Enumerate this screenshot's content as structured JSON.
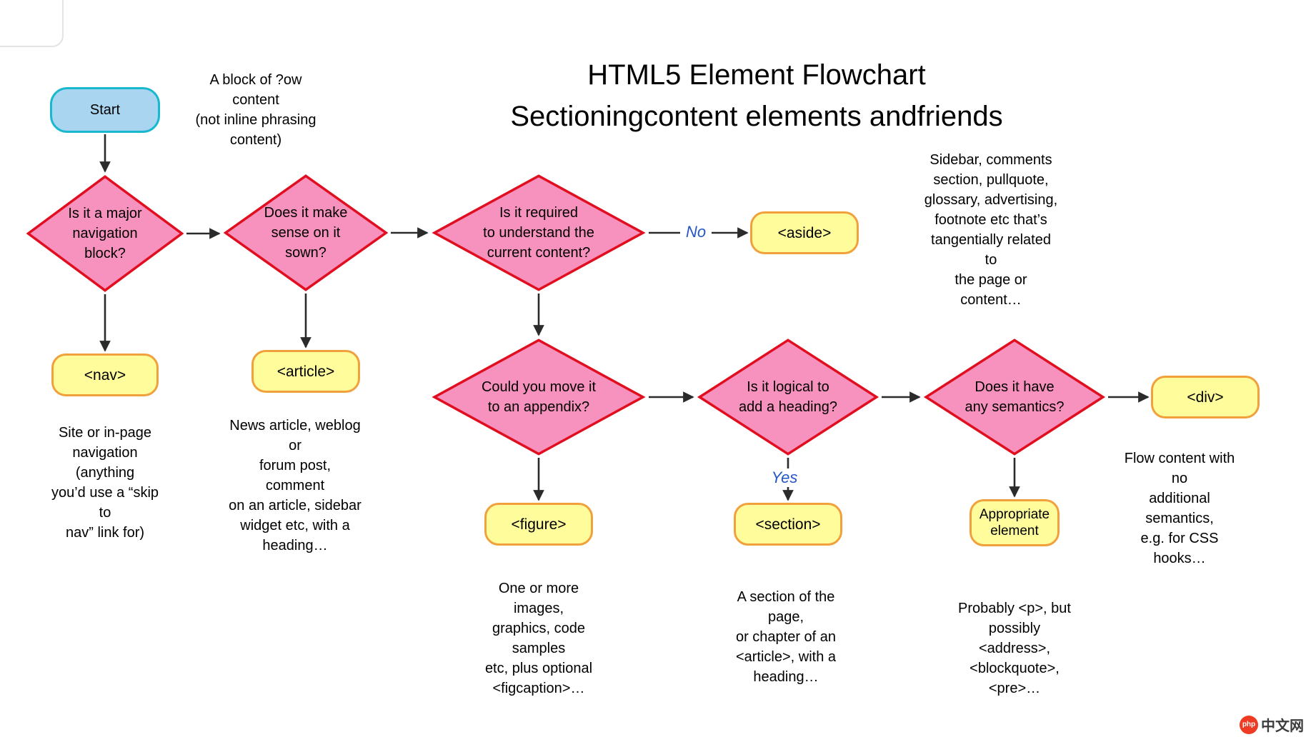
{
  "title": {
    "line1": "HTML5 Element Flowchart",
    "line2": "Sectioningcontent elements andfriends"
  },
  "nodes": {
    "start": "Start",
    "major_nav": "Is it a major\nnavigation\nblock?",
    "makes_sense": "Does it make\nsense on it\nsown?",
    "required": "Is it required\nto understand the\ncurrent content?",
    "move_appendix": "Could you move it\nto an appendix?",
    "logical_heading": "Is it logical to\nadd a heading?",
    "semantics": "Does it have\nany semantics?",
    "aside": "<aside>",
    "nav": "<nav>",
    "article": "<article>",
    "figure": "<figure>",
    "section": "<section>",
    "appropriate": "Appropriate element",
    "div": "<div>"
  },
  "edge_labels": {
    "no": "No",
    "yes": "Yes"
  },
  "annotations": {
    "flow_content": "A block of ?ow\ncontent\n(not inline phrasing\ncontent)",
    "aside_note": "Sidebar, comments\nsection, pullquote,\nglossary, advertising,\nfootnote etc that’s\ntangentially related\nto\nthe page or\ncontent…",
    "nav_note": "Site or in-page\nnavigation\n(anything\nyou’d use a “skip\nto\nnav” link for)",
    "article_note": "News article, weblog\nor\nforum post,\ncomment\non an article, sidebar\nwidget etc, with a\nheading…",
    "figure_note": "One or more\nimages,\ngraphics, code\nsamples\netc, plus optional\n<figcaption>…",
    "section_note": "A section of the\npage,\nor chapter of an\n<article>, with a\nheading…",
    "appropriate_note": "Probably <p>, but\npossibly\n<address>,\n<blockquote>,\n<pre>…",
    "div_note": "Flow content with\nno\nadditional\nsemantics,\ne.g. for CSS\nhooks…"
  },
  "watermark": {
    "badge": "php",
    "text": "中文网"
  },
  "colors": {
    "diamond_fill": "#f792be",
    "diamond_border": "#e00e1f",
    "result_fill": "#fffc9c",
    "result_border": "#f0a13c",
    "start_fill": "#a9d5f1",
    "start_border": "#18b8cf",
    "edge_label": "#2457c5",
    "arrow": "#2b2b2b"
  }
}
